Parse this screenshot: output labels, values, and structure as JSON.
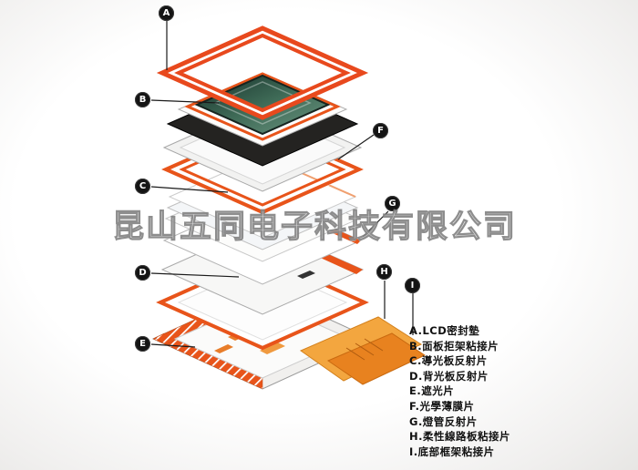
{
  "watermark": {
    "text": "昆山五同电子科技有限公司"
  },
  "callouts": [
    {
      "letter": "A"
    },
    {
      "letter": "B"
    },
    {
      "letter": "C"
    },
    {
      "letter": "D"
    },
    {
      "letter": "E"
    },
    {
      "letter": "F"
    },
    {
      "letter": "G"
    },
    {
      "letter": "H"
    },
    {
      "letter": "I"
    }
  ],
  "legend": {
    "items": [
      "A.LCD密封墊",
      "B.面板拒架粘接片",
      "C.導光板反射片",
      "D.背光板反射片",
      "E.遮光片",
      "F.光學薄膜片",
      "G.燈管反射片",
      "H.柔性線路板粘接片",
      "I.底部框架粘接片"
    ]
  },
  "colors": {
    "accent_orange": "#e8491d",
    "flex_orange": "#f3a63f",
    "flex_orange_dark": "#e8821f",
    "lcd_glass_green": "#3f6b57",
    "dark_film": "#222222"
  }
}
